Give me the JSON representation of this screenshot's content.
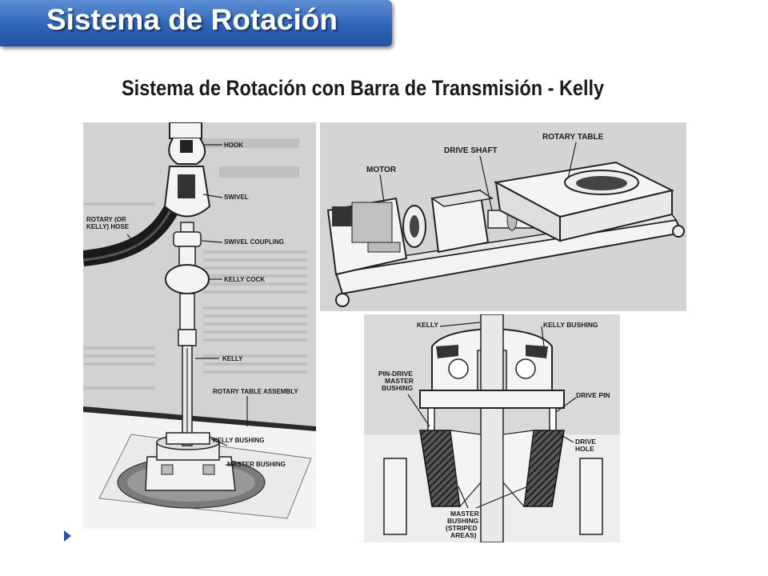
{
  "slide": {
    "title": "Sistema de Rotación",
    "subtitle": "Sistema de Rotación con Barra de Transmisión - Kelly"
  },
  "figures": {
    "kelly_assembly": {
      "labels": {
        "hook": "HOOK",
        "swivel": "SWIVEL",
        "rotary_hose_1": "ROTARY (OR",
        "rotary_hose_2": "KELLY) HOSE",
        "swivel_coupling": "SWIVEL COUPLING",
        "kelly_cock": "KELLY COCK",
        "kelly": "KELLY",
        "rotary_table_assembly": "ROTARY TABLE ASSEMBLY",
        "kelly_bushing": "KELLY BUSHING",
        "master_bushing": "MASTER BUSHING"
      }
    },
    "rotary_drive": {
      "labels": {
        "motor": "MOTOR",
        "drive_shaft": "DRIVE SHAFT",
        "rotary_table": "ROTARY TABLE"
      }
    },
    "bushing_detail": {
      "labels": {
        "kelly": "KELLY",
        "kelly_bushing": "KELLY BUSHING",
        "pin_drive_1": "PIN-DRIVE",
        "pin_drive_2": "MASTER",
        "pin_drive_3": "BUSHING",
        "drive_pin": "DRIVE PIN",
        "drive_hole_1": "DRIVE",
        "drive_hole_2": "HOLE",
        "master_bushing_1": "MASTER",
        "master_bushing_2": "BUSHING",
        "master_bushing_3": "(STRIPED",
        "master_bushing_4": "AREAS)"
      }
    }
  },
  "colors": {
    "banner": "#2f63b5",
    "figure_background": "#d4d4d4",
    "corner_mark": "#2f4fa8"
  }
}
